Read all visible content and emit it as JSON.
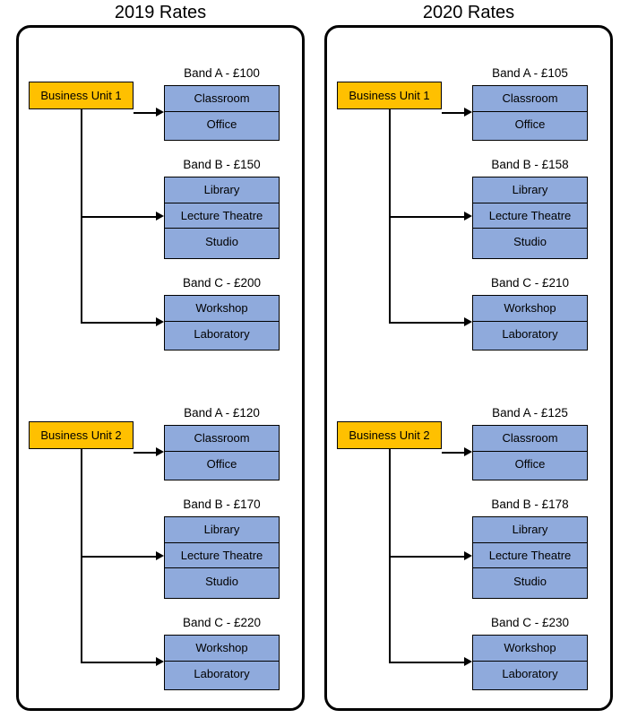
{
  "colors": {
    "unit_box": "#FFC000",
    "band_box": "#8FAADC",
    "outline": "#000000",
    "background": "#FFFFFF"
  },
  "panels": [
    {
      "title": "2019 Rates",
      "units": [
        {
          "label": "Business Unit 1",
          "bands": [
            {
              "label": "Band A - £100",
              "rows": [
                "Classroom",
                "Office"
              ]
            },
            {
              "label": "Band B - £150",
              "rows": [
                "Library",
                "Lecture Theatre",
                "Studio"
              ]
            },
            {
              "label": "Band C - £200",
              "rows": [
                "Workshop",
                "Laboratory"
              ]
            }
          ]
        },
        {
          "label": "Business Unit 2",
          "bands": [
            {
              "label": "Band A - £120",
              "rows": [
                "Classroom",
                "Office"
              ]
            },
            {
              "label": "Band B - £170",
              "rows": [
                "Library",
                "Lecture Theatre",
                "Studio"
              ]
            },
            {
              "label": "Band C - £220",
              "rows": [
                "Workshop",
                "Laboratory"
              ]
            }
          ]
        }
      ]
    },
    {
      "title": "2020 Rates",
      "units": [
        {
          "label": "Business Unit 1",
          "bands": [
            {
              "label": "Band A - £105",
              "rows": [
                "Classroom",
                "Office"
              ]
            },
            {
              "label": "Band B - £158",
              "rows": [
                "Library",
                "Lecture Theatre",
                "Studio"
              ]
            },
            {
              "label": "Band C - £210",
              "rows": [
                "Workshop",
                "Laboratory"
              ]
            }
          ]
        },
        {
          "label": "Business Unit 2",
          "bands": [
            {
              "label": "Band A - £125",
              "rows": [
                "Classroom",
                "Office"
              ]
            },
            {
              "label": "Band B - £178",
              "rows": [
                "Library",
                "Lecture Theatre",
                "Studio"
              ]
            },
            {
              "label": "Band C - £230",
              "rows": [
                "Workshop",
                "Laboratory"
              ]
            }
          ]
        }
      ]
    }
  ]
}
